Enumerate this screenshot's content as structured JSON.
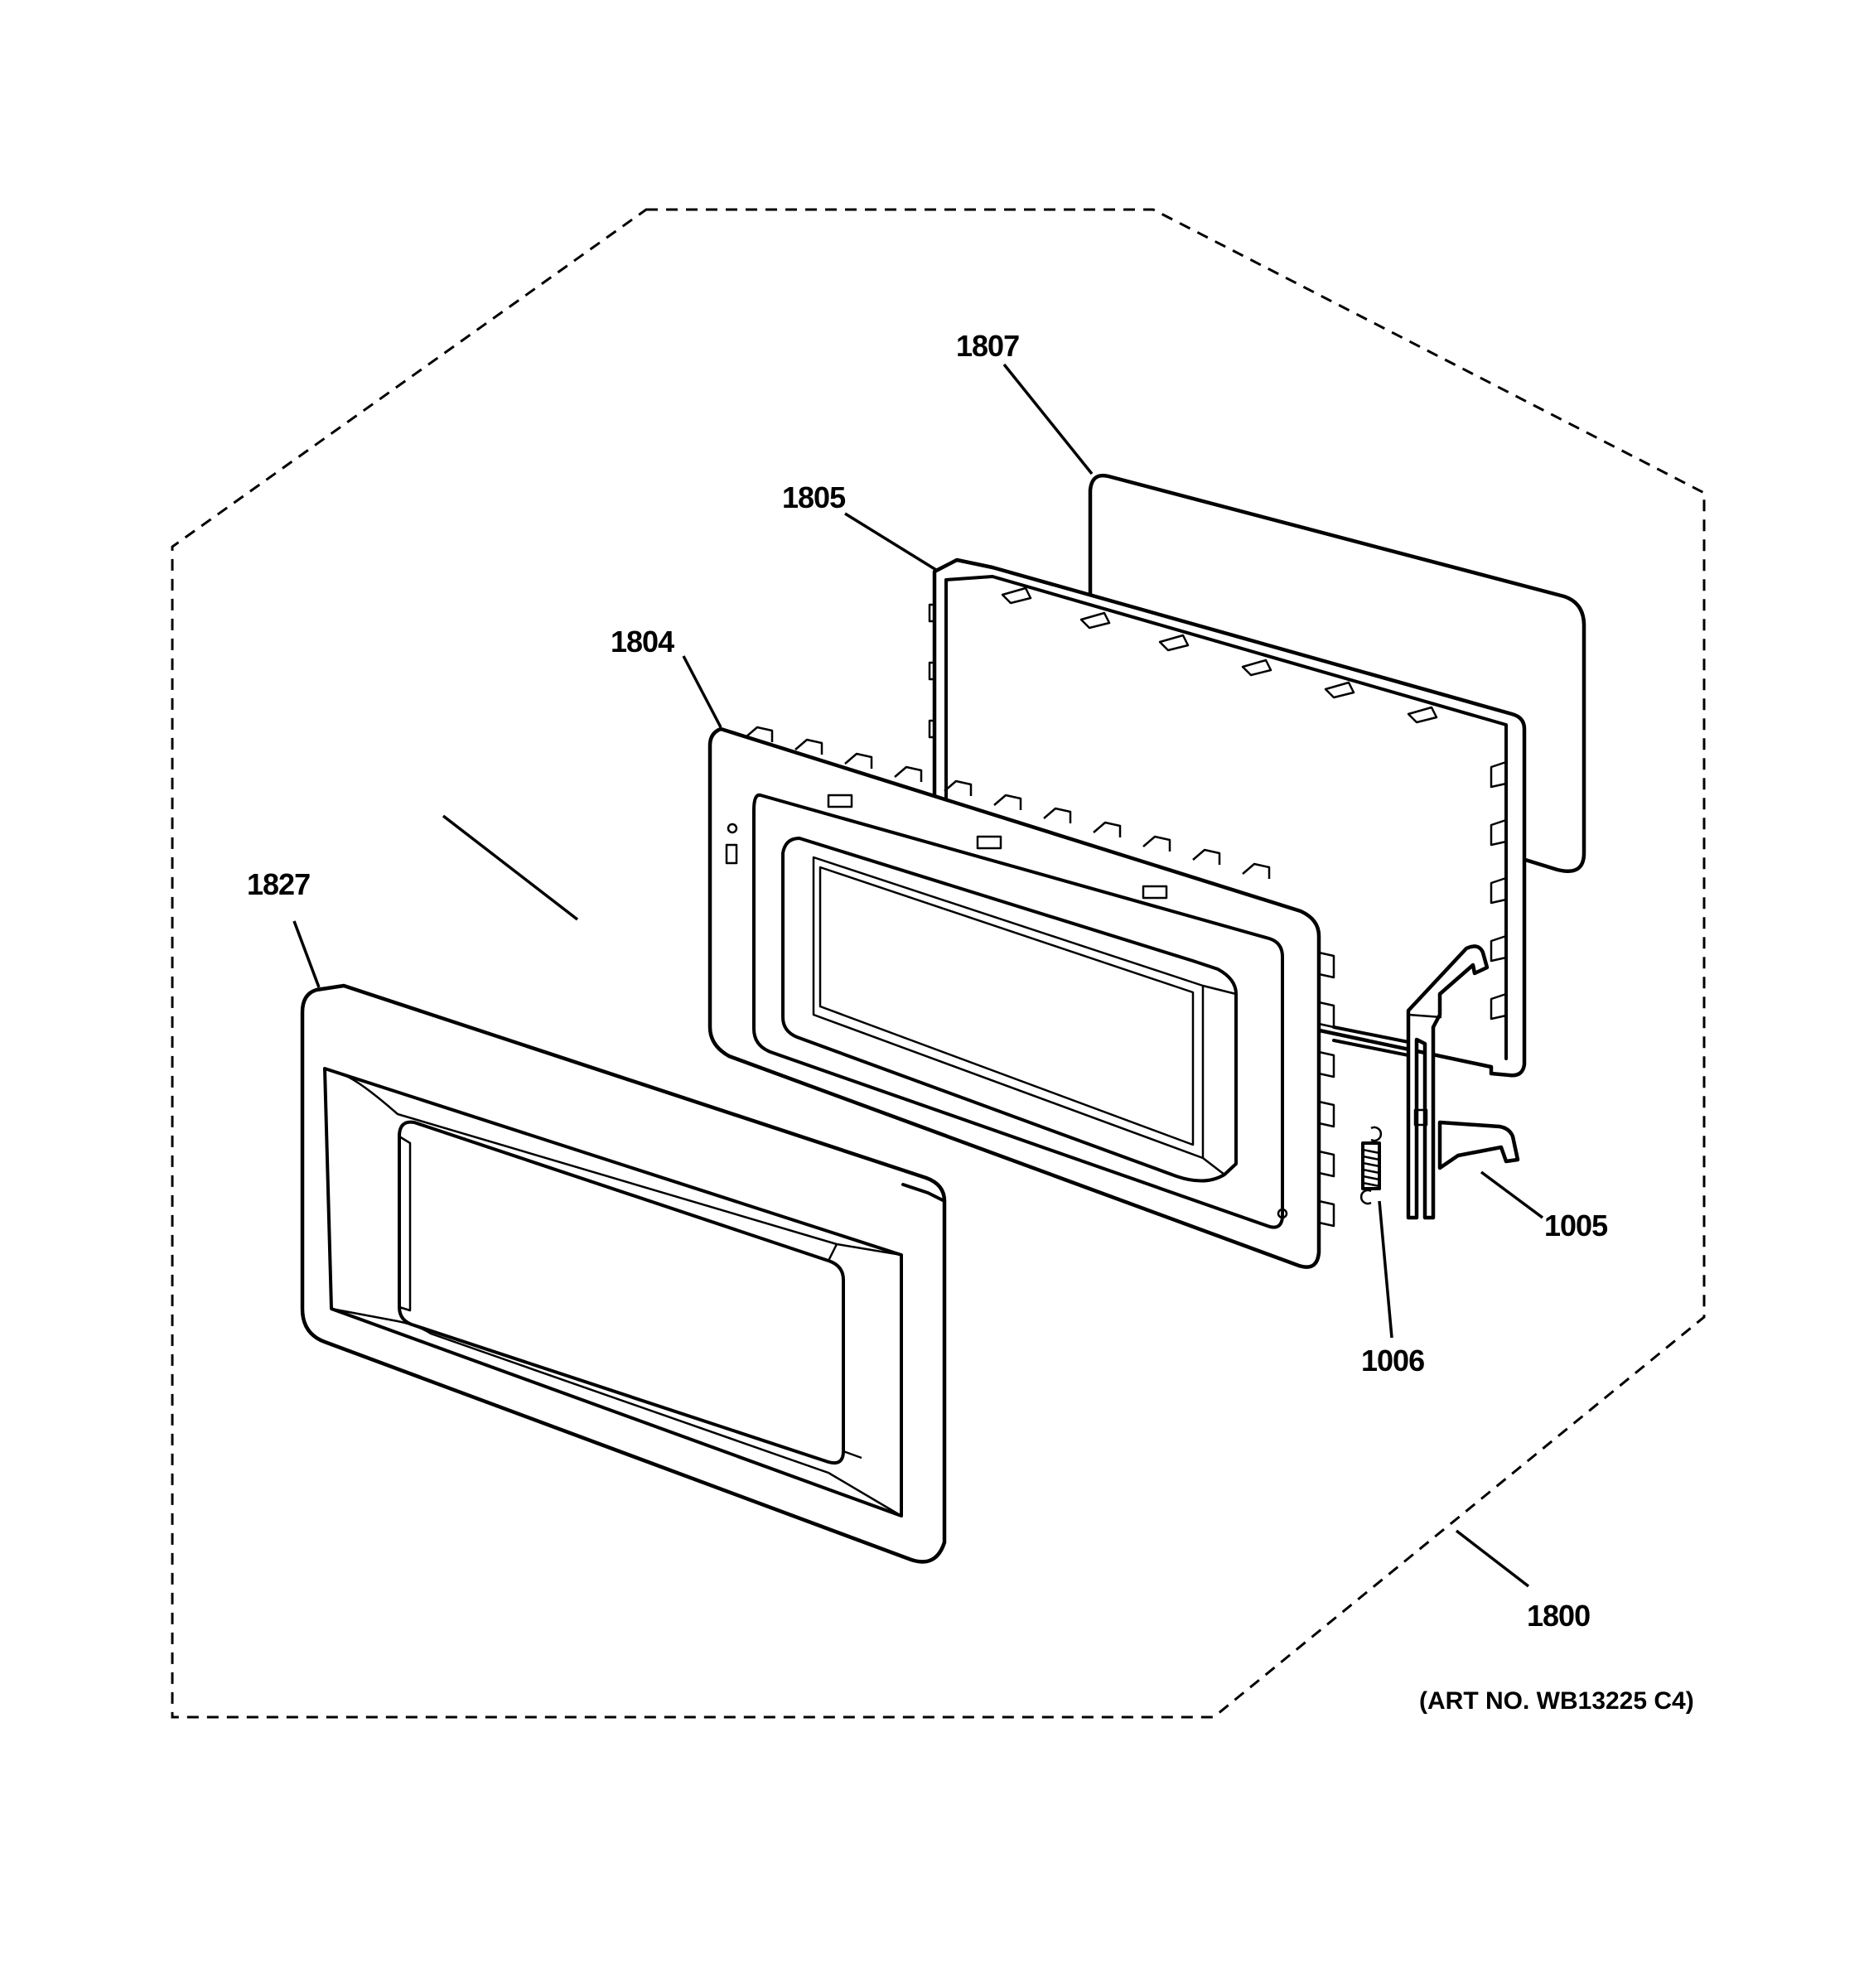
{
  "labels": {
    "p1807": "1807",
    "p1805": "1805",
    "p1804": "1804",
    "p1827": "1827",
    "p1005": "1005",
    "p1006": "1006",
    "p1800": "1800"
  },
  "art_number": "(ART NO. WB13225 C4)"
}
